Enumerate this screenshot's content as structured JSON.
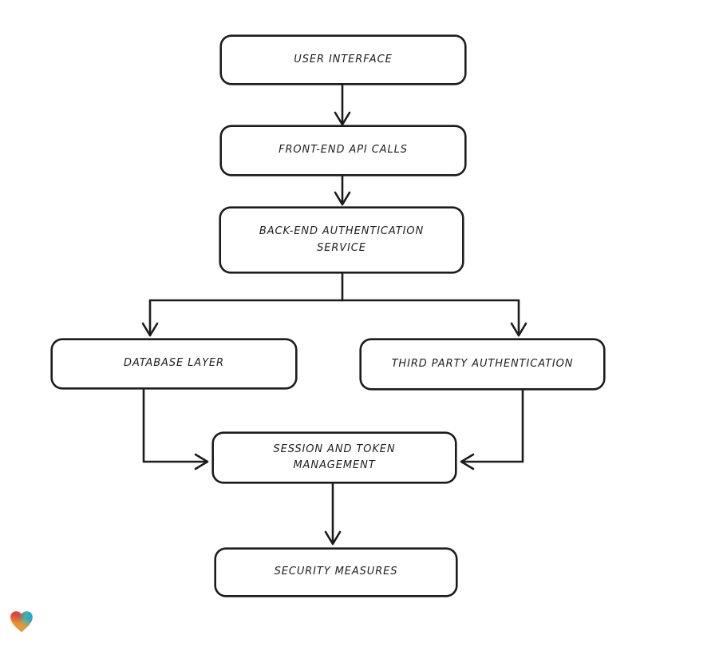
{
  "diagram": {
    "type": "flowchart",
    "background": "#ffffff",
    "stroke_color": "#1c1c1c",
    "node_fill": "#ffffff",
    "nodes": [
      {
        "id": "user-interface",
        "lines": [
          "USER INTERFACE"
        ]
      },
      {
        "id": "front-end-api-calls",
        "lines": [
          "FRONT-END API CALLS"
        ]
      },
      {
        "id": "back-end-authentication-service",
        "lines": [
          "BACK-END AUTHENTICATION",
          "SERVICE"
        ]
      },
      {
        "id": "database-layer",
        "lines": [
          "DATABASE LAYER"
        ]
      },
      {
        "id": "third-party-authentication",
        "lines": [
          "THIRD PARTY AUTHENTICATION"
        ]
      },
      {
        "id": "session-and-token-management",
        "lines": [
          "SESSION AND TOKEN",
          "MANAGEMENT"
        ]
      },
      {
        "id": "security-measures",
        "lines": [
          "SECURITY MEASURES"
        ]
      }
    ],
    "edges": [
      {
        "from": "user-interface",
        "to": "front-end-api-calls"
      },
      {
        "from": "front-end-api-calls",
        "to": "back-end-authentication-service"
      },
      {
        "from": "back-end-authentication-service",
        "to": "database-layer"
      },
      {
        "from": "back-end-authentication-service",
        "to": "third-party-authentication"
      },
      {
        "from": "database-layer",
        "to": "session-and-token-management"
      },
      {
        "from": "third-party-authentication",
        "to": "session-and-token-management"
      },
      {
        "from": "session-and-token-management",
        "to": "security-measures"
      }
    ],
    "watermark": {
      "icon": "heart-gradient-icon",
      "colors": {
        "red": "#e8382d",
        "blue": "#2b9fd8",
        "teal": "#2fb9a8",
        "orange": "#f5992b"
      }
    }
  }
}
